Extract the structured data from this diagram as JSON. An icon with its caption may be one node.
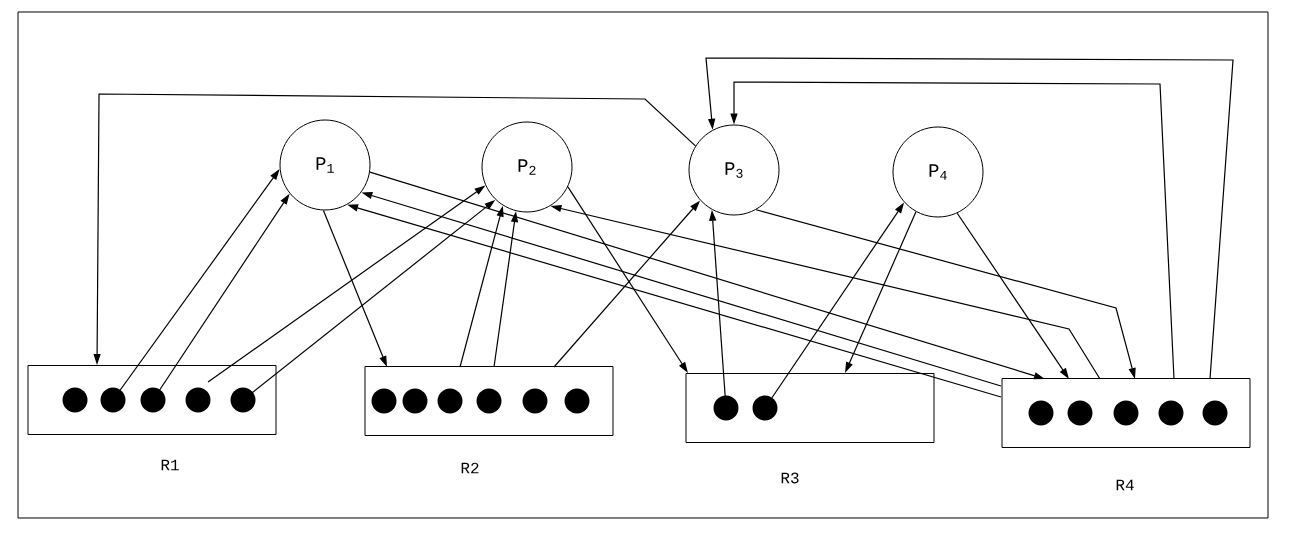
{
  "diagram": {
    "nodes": [
      {
        "text": [
          "P$_{1}$"
        ]
      },
      {
        "text": [
          "P$_{2}$"
        ]
      },
      {
        "text": [
          "P$_{3}$"
        ]
      },
      {
        "text": [
          "P$_{4}$"
        ]
      },
      {
        "text": [],
        "shape": "box",
        "beside": [
          "R1"
        ]
      },
      {
        "text": [],
        "shape": "box",
        "beside": [
          "R2"
        ]
      },
      {
        "text": [],
        "shape": "box",
        "beside": [
          "R3"
        ]
      },
      {
        "text": [],
        "shape": "box",
        "beside": [
          "R4"
        ]
      }
    ],
    "edges": [
      {
        "from": 4,
        "to": 0,
        "arrow": "to"
      },
      {
        "from": 4,
        "to": 0,
        "arrow": "to"
      },
      {
        "from": 4,
        "to": 1,
        "arrow": "to"
      },
      {
        "from": 4,
        "to": 1,
        "arrow": "to"
      },
      {
        "from": 5,
        "to": 1,
        "arrow": "to"
      },
      {
        "from": 5,
        "to": 1,
        "arrow": "to"
      },
      {
        "from": 5,
        "to": 2,
        "arrow": "to"
      },
      {
        "from": 6,
        "to": 2,
        "arrow": "to"
      },
      {
        "from": 6,
        "to": 3,
        "arrow": "to"
      },
      {
        "from": 7,
        "to": 0,
        "arrow": "to"
      },
      {
        "from": 7,
        "to": 0,
        "arrow": "to"
      },
      {
        "from": 0,
        "to": 7,
        "arrow": "to"
      },
      {
        "from": 7,
        "to": 1,
        "arrow": "to"
      },
      {
        "from": 7,
        "to": 2,
        "arrow": "to"
      },
      {
        "from": 7,
        "to": 2,
        "arrow": "to"
      },
      {
        "from": 2,
        "to": 4,
        "arrow": "to"
      },
      {
        "from": 0,
        "to": 5,
        "arrow": "to"
      },
      {
        "from": 1,
        "to": 6,
        "arrow": "to"
      },
      {
        "from": 2,
        "to": 7,
        "arrow": "to"
      },
      {
        "from": 3,
        "to": 6,
        "arrow": "to"
      },
      {
        "from": 3,
        "to": 7,
        "arrow": "to"
      }
    ]
  }
}
